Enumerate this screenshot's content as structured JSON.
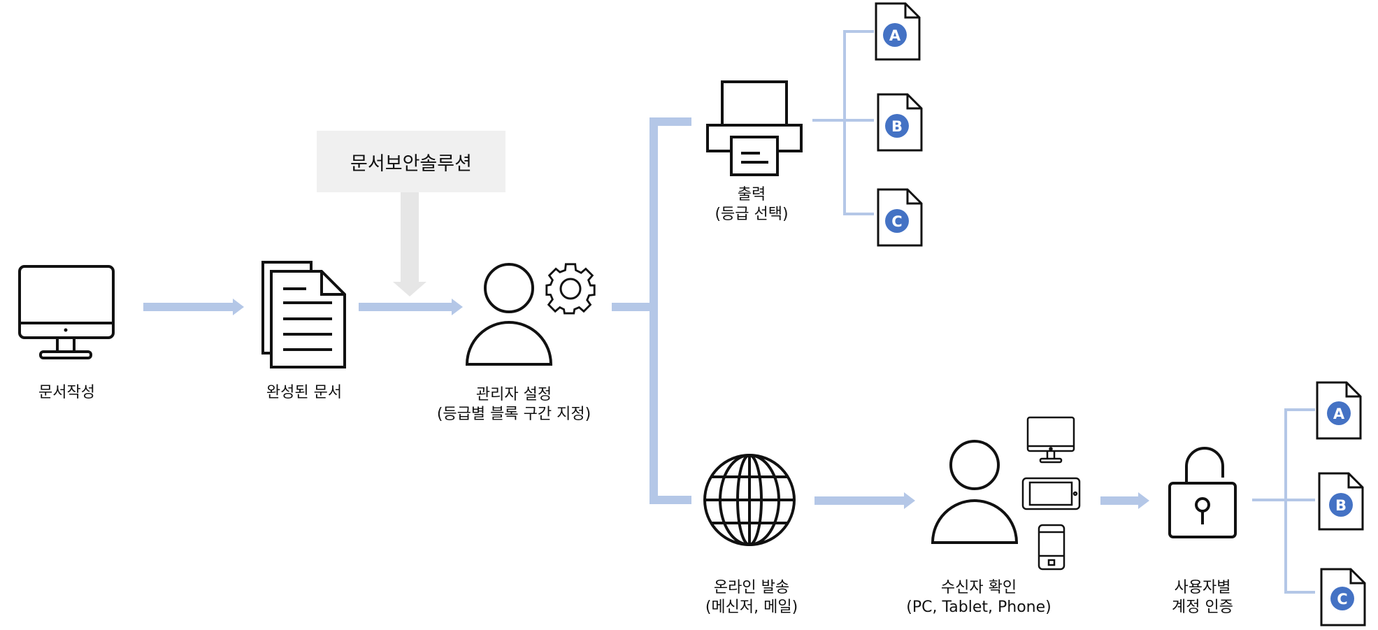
{
  "banner": {
    "title": "문서보안솔루션"
  },
  "steps": {
    "write": {
      "line1": "문서작성",
      "icon": "monitor-icon"
    },
    "completed": {
      "line1": "완성된 문서",
      "icon": "documents-icon"
    },
    "admin": {
      "line1": "관리자 설정",
      "line2": "(등급별 블록 구간 지정)",
      "icon": "admin-gear-icon"
    },
    "print": {
      "line1": "출력",
      "line2": "(등급 선택)",
      "icon": "printer-icon"
    },
    "online": {
      "line1": "온라인 발송",
      "line2": "(메신저, 메일)",
      "icon": "globe-icon"
    },
    "recipient": {
      "line1": "수신자 확인",
      "line2": "(PC, Tablet, Phone)",
      "icon": "user-devices-icon"
    },
    "auth": {
      "line1": "사용자별",
      "line2": "계정 인증",
      "icon": "unlock-icon"
    }
  },
  "grades_top": [
    "A",
    "B",
    "C"
  ],
  "grades_bottom": [
    "A",
    "B",
    "C"
  ],
  "colors": {
    "connector": "#b4c7e7",
    "badge": "#4472c4",
    "banner_bg": "#f0f0f0",
    "banner_arrow": "#e6e6e6",
    "icon_stroke": "#111111"
  }
}
